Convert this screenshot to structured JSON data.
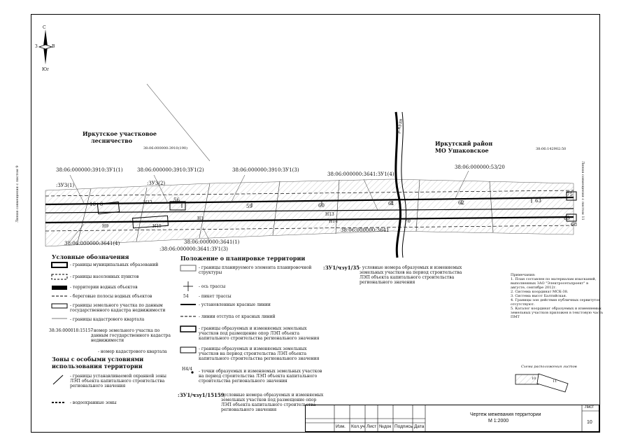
{
  "compass": {
    "north": "С",
    "south": "Юг",
    "west": "З",
    "east": "В"
  },
  "regions": {
    "left_title": [
      "Иркутское участковое",
      "лесничество"
    ],
    "left_code": "38:06:000000:3910(190)",
    "right_title": [
      "Иркутский район",
      "МО Ушаковское"
    ],
    "right_code": "38:06:142902:50"
  },
  "parcels": {
    "p1": "38:06:000000:3910:ЗУ1(1)",
    "p2": "38:06:000000:3910:ЗУ1(2)",
    "p3": "38:06:000000:3910:ЗУ1(3)",
    "p4": "38:06:000000:3641:ЗУ1(4)",
    "p5": "38:06:000000:53/20",
    "p6": "38:06:000000:3641(4)",
    "p7": "38:06:000000:3641(1)",
    "p8": ":38:06:000000:3641:ЗУ1(3)",
    "p9": "38:06:000000:3641",
    "zu3_1": ":ЗУ3(1)",
    "zu3_2": ":ЗУ3(2)",
    "river": "р.Куда"
  },
  "pickets": [
    "16+6",
    "56",
    "59",
    "60",
    "61",
    "62",
    "63",
    "70",
    "75",
    "69",
    "68",
    "H12",
    "H13",
    "H14",
    "H9",
    "H15",
    "H1"
  ],
  "side_labels": {
    "left": "Линия совмещения с листом 9",
    "right": "Линия совмещения с листом 11"
  },
  "legend": {
    "title": "Условные обозначения",
    "items": [
      "- границы муниципальных образований",
      "- границы населенных пунктов",
      "- территории водных объектов",
      "- береговые полосы водных объектов",
      "- границы земельного участка по данным государственного кадастра недвижимости",
      "- границы кадастрового квартала"
    ],
    "cadastre_example": "38:36:000018:15157",
    "cadastre_text": "- номер земельного участка по данным государственного кадастра недвижимости",
    "quarter_text": "- номер кадастрового квартала"
  },
  "zones": {
    "title": "Зоны с особыми условиями использования территории",
    "items": [
      "- границы устанавливаемой охранной зоны ЛЭП объекта капитального строительства регионального значения",
      "- водоохранные зоны"
    ]
  },
  "planning": {
    "title": "Положение о планировке территории",
    "items": [
      "- границы планируемого элемента планировочной структуры",
      "- ось трассы",
      "- пикет трассы",
      "- установленные красные линии",
      "- линии отступа от красных линий",
      "- границы образуемых и изменяемых земельных участков под размещение опор ЛЭП объекта капитального строительства регионального значения",
      "- границы образуемых и изменяемых земельных участков на период строительства ЛЭП объекта капитального строительства регионального значения",
      "- точки образуемых и изменяемых земельных участков на период строительства ЛЭП объекта капитального строительства регионального значения",
      "- условные номера образуемых и изменяемых земельных участков под размещение опор ЛЭП объекта капитального строительства регионального значения"
    ],
    "picket_num": "54",
    "point_label": "H4/4",
    "example_1": ":ЗУ1/чзу1/15159",
    "example_2": ":ЗУ1/чзу1/35",
    "example_2_text": "- условные номера образуемых и изменяемых земельных участков на период строительства ЛЭП объекта капитального строительства регионального значения"
  },
  "notes": {
    "title": "Примечания:",
    "lines": [
      "1. План составлен по материалам изысканий,",
      "выполненных ЗАО \"Электросетьпроект\" в",
      "августе, сентябре 2012г.",
      "2. Система координат МСК-38.",
      "3. Система высот Балтийская.",
      "4. Границы зон действия публичных сервитутов",
      "отсутствуют.",
      "5. Каталог координат образуемых и изменяемых",
      "земельных участков приложен в текстовую часть",
      "ПМТ"
    ]
  },
  "scheme": {
    "title": "Схема расположения листов",
    "left": "10",
    "right": "11"
  },
  "stamp": {
    "headers": [
      "Изм.",
      "Кол.уч",
      "Лист",
      "№док",
      "Подпись",
      "Дата"
    ],
    "title": "Чертеж межевания территории",
    "scale": "М 1:2000",
    "sheet_label": "Лист",
    "sheet_num": "10"
  }
}
